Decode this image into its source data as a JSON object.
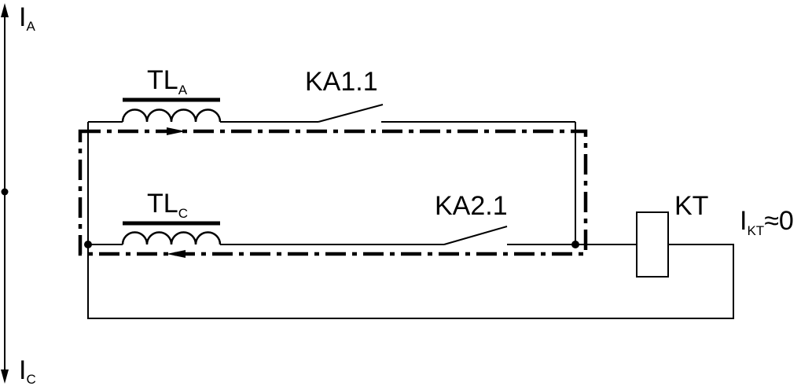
{
  "labels": {
    "current_top": {
      "main": "I",
      "sub": "A"
    },
    "current_bottom": {
      "main": "I",
      "sub": "C"
    },
    "transformer_a": {
      "main": "TL",
      "sub": "A"
    },
    "transformer_c": {
      "main": "TL",
      "sub": "C"
    },
    "relay_contact_1": "KA1.1",
    "relay_contact_2": "KA2.1",
    "time_relay": "KT",
    "relay_current": {
      "main": "I",
      "sub": "KT",
      "suffix": "≈0"
    }
  },
  "colors": {
    "line": "#000000",
    "background": "#ffffff"
  }
}
